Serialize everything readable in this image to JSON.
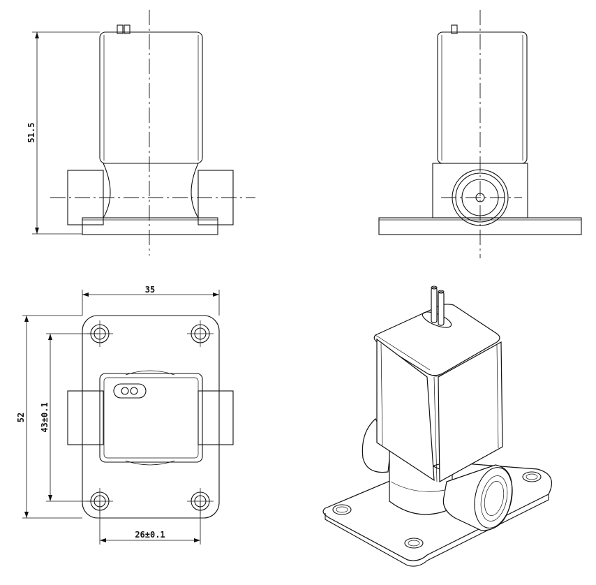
{
  "dimensions": {
    "front_height": "51.5",
    "top_width": "35",
    "top_height": "52",
    "hole_pitch_vertical": "43±0.1",
    "hole_pitch_horizontal": "26±0.1"
  }
}
